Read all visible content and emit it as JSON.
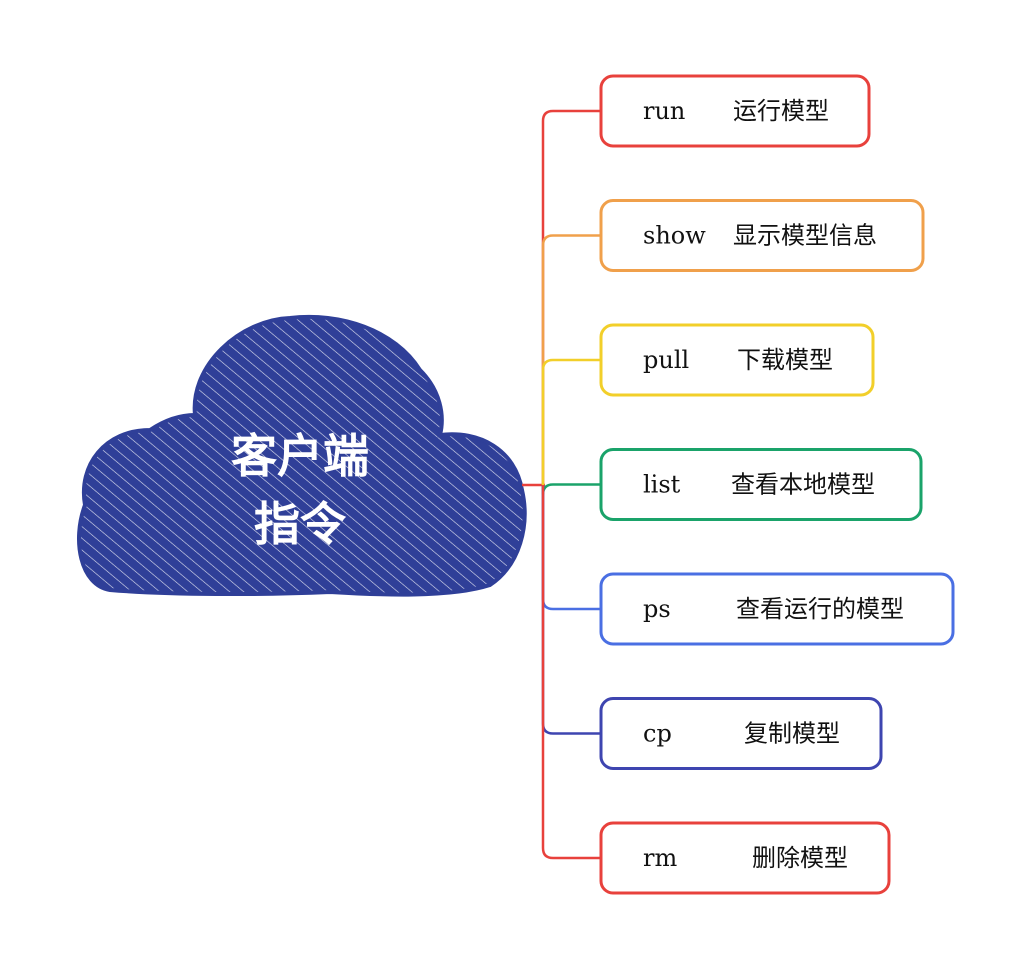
{
  "root": {
    "line1": "客户端",
    "line2": "指令",
    "fill_color": "#2f3f98"
  },
  "commands": [
    {
      "name": "run",
      "desc": "运行模型",
      "color": "#e8413c"
    },
    {
      "name": "show",
      "desc": "显示模型信息",
      "color": "#f0a04b"
    },
    {
      "name": "pull",
      "desc": "下载模型",
      "color": "#f2cf2a"
    },
    {
      "name": "list",
      "desc": "查看本地模型",
      "color": "#1aa36a"
    },
    {
      "name": "ps",
      "desc": "查看运行的模型",
      "color": "#4a6fe3"
    },
    {
      "name": "cp",
      "desc": "复制模型",
      "color": "#3e45b0"
    },
    {
      "name": "rm",
      "desc": "删除模型",
      "color": "#e8413c"
    }
  ]
}
